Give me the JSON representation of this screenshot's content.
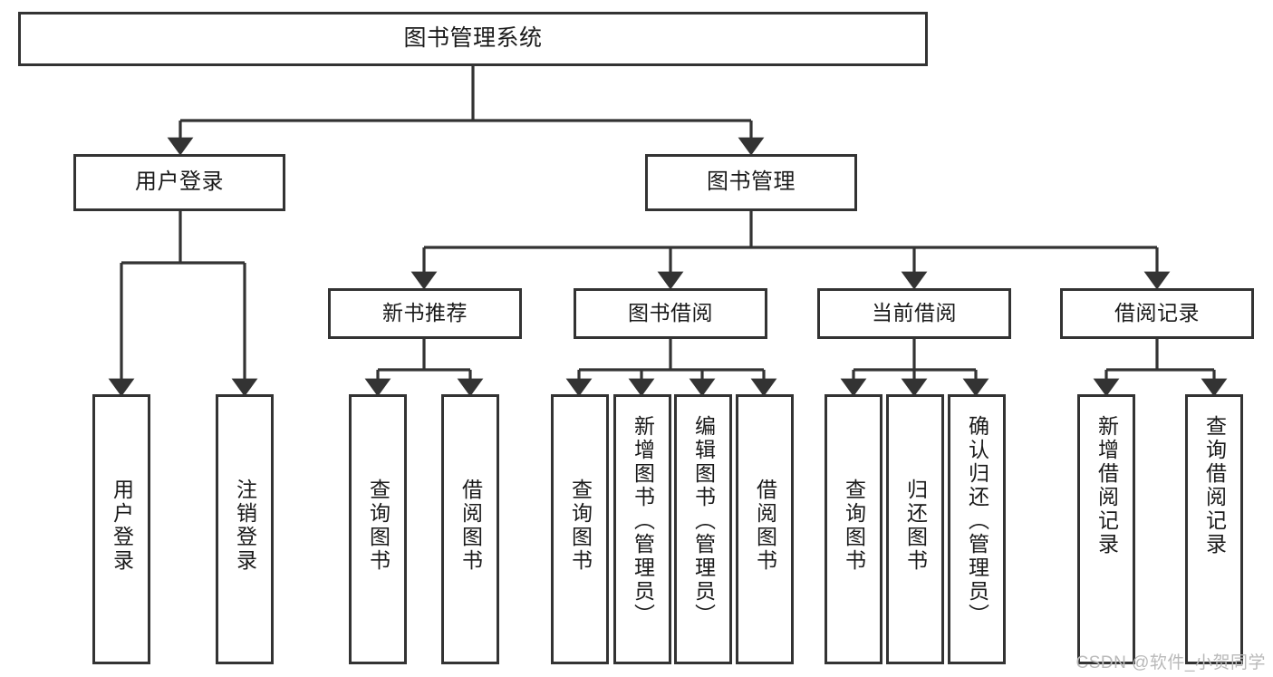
{
  "diagram": {
    "title": "图书管理系统",
    "type": "hierarchy-tree",
    "watermark": "CSDN @软件_小贺同学",
    "colors": {
      "box_border": "#333333",
      "box_fill": "#ffffff",
      "connector": "#333333",
      "text": "#1a1a1a",
      "watermark": "#b9b9b9"
    },
    "levels": {
      "root": {
        "label": "图书管理系统"
      },
      "level2": [
        {
          "id": "user-login",
          "label": "用户登录"
        },
        {
          "id": "book-manage",
          "label": "图书管理"
        }
      ],
      "level3": [
        {
          "id": "new-book-recommend",
          "label": "新书推荐",
          "parent": "book-manage"
        },
        {
          "id": "book-borrow",
          "label": "图书借阅",
          "parent": "book-manage"
        },
        {
          "id": "current-borrow",
          "label": "当前借阅",
          "parent": "book-manage"
        },
        {
          "id": "borrow-record",
          "label": "借阅记录",
          "parent": "book-manage"
        }
      ],
      "leaves": [
        {
          "id": "leaf-user-login",
          "label": "用户登录",
          "parent": "user-login"
        },
        {
          "id": "leaf-logout",
          "label": "注销登录",
          "parent": "user-login"
        },
        {
          "id": "leaf-query-book-1",
          "label": "查询图书",
          "parent": "new-book-recommend"
        },
        {
          "id": "leaf-borrow-book-1",
          "label": "借阅图书",
          "parent": "new-book-recommend"
        },
        {
          "id": "leaf-query-book-2",
          "label": "查询图书",
          "parent": "book-borrow"
        },
        {
          "id": "leaf-add-book",
          "label": "新增图书（管理员）",
          "parent": "book-borrow"
        },
        {
          "id": "leaf-edit-book",
          "label": "编辑图书（管理员）",
          "parent": "book-borrow"
        },
        {
          "id": "leaf-borrow-book-2",
          "label": "借阅图书",
          "parent": "book-borrow"
        },
        {
          "id": "leaf-query-book-3",
          "label": "查询图书",
          "parent": "current-borrow"
        },
        {
          "id": "leaf-return-book",
          "label": "归还图书",
          "parent": "current-borrow"
        },
        {
          "id": "leaf-confirm-return",
          "label": "确认归还（管理员）",
          "parent": "current-borrow"
        },
        {
          "id": "leaf-add-record",
          "label": "新增借阅记录",
          "parent": "borrow-record"
        },
        {
          "id": "leaf-query-record",
          "label": "查询借阅记录",
          "parent": "borrow-record"
        }
      ]
    }
  }
}
